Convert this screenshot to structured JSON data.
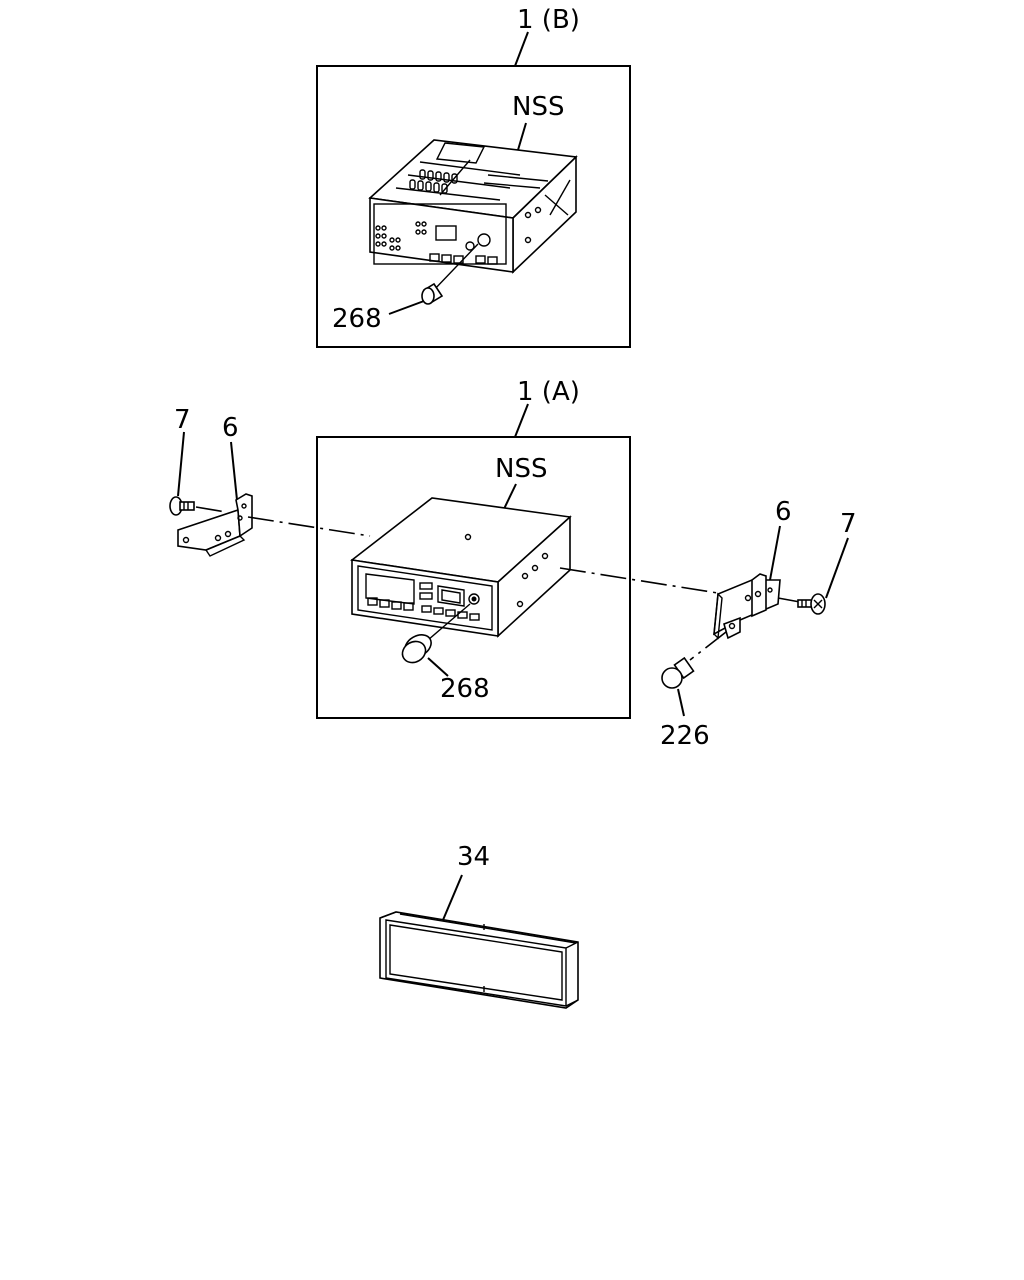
{
  "labels": {
    "unit_b": "1 (B)",
    "unit_a": "1 (A)",
    "nss_b": "NSS",
    "nss_a": "NSS",
    "knob_b": "268",
    "knob_a": "268",
    "screw_left": "7",
    "screw_right": "7",
    "bracket_left": "6",
    "bracket_right": "6",
    "bolt": "226",
    "bezel": "34"
  }
}
